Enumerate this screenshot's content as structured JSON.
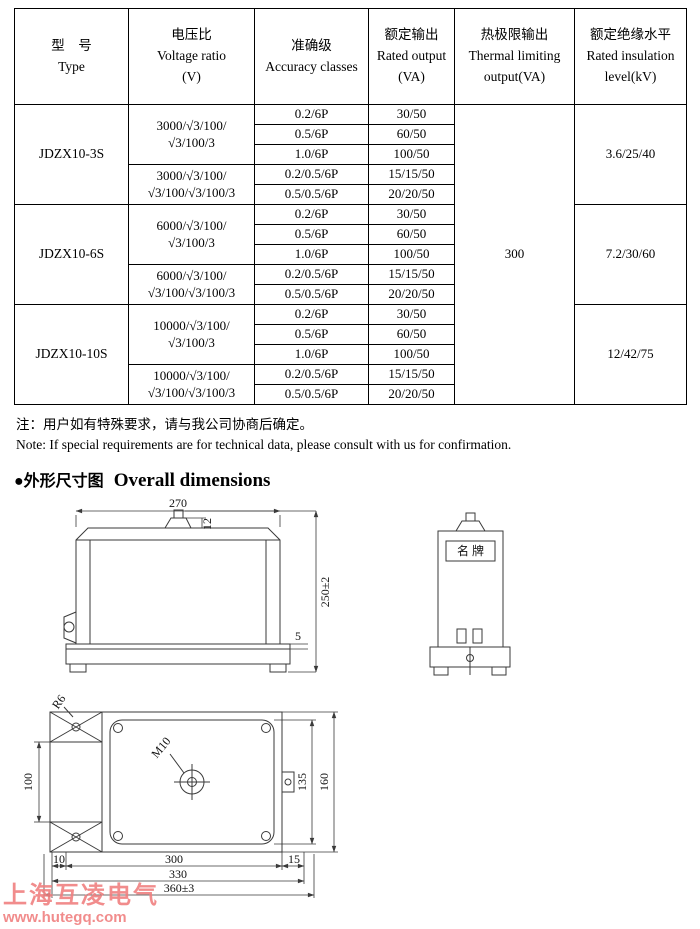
{
  "page": {
    "note_zh": "注：用户如有特殊要求，请与我公司协商后确定。",
    "note_en": "Note: If special requirements are for technical data, please consult with us for confirmation.",
    "section": {
      "bullet": "●",
      "title_zh": "外形尺寸图",
      "title_en": "Overall dimensions"
    },
    "watermark": {
      "name": "上海互凌电气",
      "url": "www.hutegq.com",
      "color": "#f08080"
    }
  },
  "table": {
    "header": {
      "type": {
        "zh": "型　号",
        "en": "Type"
      },
      "ratio": {
        "zh": "电压比",
        "en": "Voltage ratio",
        "unit": "(V)"
      },
      "accuracy": {
        "zh": "准确级",
        "en": "Accuracy classes"
      },
      "output": {
        "zh": "额定输出",
        "en": "Rated output",
        "unit": "(VA)"
      },
      "thermal": {
        "zh": "热极限输出",
        "en": "Thermal limiting",
        "en2": "output(VA)"
      },
      "insulation": {
        "zh": "额定绝缘水平",
        "en": "Rated insulation",
        "en2": "level(kV)"
      }
    },
    "thermal_value": "300",
    "types": [
      {
        "name": "JDZX10-3S",
        "insulation": "3.6/25/40",
        "ratios": [
          {
            "line1": "3000/√3/100/",
            "line2": "√3/100/3",
            "rows": [
              {
                "acc": "0.2/6P",
                "out": "30/50"
              },
              {
                "acc": "0.5/6P",
                "out": "60/50"
              },
              {
                "acc": "1.0/6P",
                "out": "100/50"
              }
            ]
          },
          {
            "line1": "3000/√3/100/",
            "line2": "√3/100/√3/100/3",
            "rows": [
              {
                "acc": "0.2/0.5/6P",
                "out": "15/15/50"
              },
              {
                "acc": "0.5/0.5/6P",
                "out": "20/20/50"
              }
            ]
          }
        ]
      },
      {
        "name": "JDZX10-6S",
        "insulation": "7.2/30/60",
        "ratios": [
          {
            "line1": "6000/√3/100/",
            "line2": "√3/100/3",
            "rows": [
              {
                "acc": "0.2/6P",
                "out": "30/50"
              },
              {
                "acc": "0.5/6P",
                "out": "60/50"
              },
              {
                "acc": "1.0/6P",
                "out": "100/50"
              }
            ]
          },
          {
            "line1": "6000/√3/100/",
            "line2": "√3/100/√3/100/3",
            "rows": [
              {
                "acc": "0.2/0.5/6P",
                "out": "15/15/50"
              },
              {
                "acc": "0.5/0.5/6P",
                "out": "20/20/50"
              }
            ]
          }
        ]
      },
      {
        "name": "JDZX10-10S",
        "insulation": "12/42/75",
        "ratios": [
          {
            "line1": "10000/√3/100/",
            "line2": "√3/100/3",
            "rows": [
              {
                "acc": "0.2/6P",
                "out": "30/50"
              },
              {
                "acc": "0.5/6P",
                "out": "60/50"
              },
              {
                "acc": "1.0/6P",
                "out": "100/50"
              }
            ]
          },
          {
            "line1": "10000/√3/100/",
            "line2": "√3/100/√3/100/3",
            "rows": [
              {
                "acc": "0.2/0.5/6P",
                "out": "15/15/50"
              },
              {
                "acc": "0.5/0.5/6P",
                "out": "20/20/50"
              }
            ]
          }
        ]
      }
    ]
  },
  "drawings": {
    "front": {
      "width": "270",
      "bump_height": "12",
      "height": "250±2",
      "base_step": "5"
    },
    "side": {
      "nameplate": "名 牌"
    },
    "plan": {
      "corner_radius": "R6",
      "bolt": "M10",
      "left_height": "100",
      "inner_depth": "135",
      "outer_depth": "160",
      "offset_left": "10",
      "body_width": "300",
      "offset_right": "15",
      "mid_width": "330",
      "overall_width": "360±3"
    }
  }
}
